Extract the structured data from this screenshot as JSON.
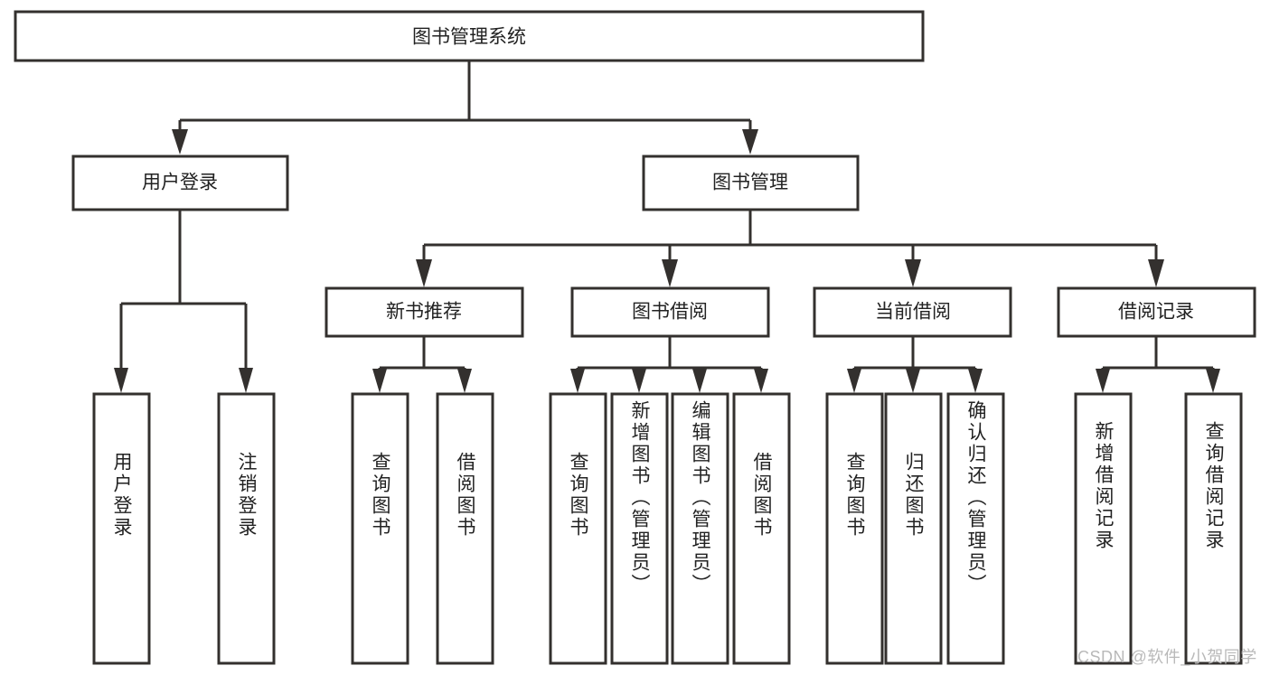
{
  "diagram": {
    "title": "图书管理系统",
    "type": "hierarchy-tree",
    "orientation": "top-down",
    "colors": {
      "stroke": "#33302e",
      "fill": "#ffffff",
      "text": "#222222",
      "background": "#ffffff",
      "watermark": "#b9b9b9"
    },
    "root": {
      "label": "图书管理系统"
    },
    "level2": [
      {
        "label": "用户登录"
      },
      {
        "label": "图书管理"
      }
    ],
    "level3": [
      {
        "label": "新书推荐"
      },
      {
        "label": "图书借阅"
      },
      {
        "label": "当前借阅"
      },
      {
        "label": "借阅记录"
      }
    ],
    "leaves": {
      "user_login": [
        {
          "label": "用户登录"
        },
        {
          "label": "注销登录"
        }
      ],
      "new_book_recommend": [
        {
          "label": "查询图书"
        },
        {
          "label": "借阅图书"
        }
      ],
      "book_borrow": [
        {
          "label": "查询图书"
        },
        {
          "label": "新增图书（管理员）"
        },
        {
          "label": "编辑图书（管理员）"
        },
        {
          "label": "借阅图书"
        }
      ],
      "current_borrow": [
        {
          "label": "查询图书"
        },
        {
          "label": "归还图书"
        },
        {
          "label": "确认归还（管理员）"
        }
      ],
      "borrow_record": [
        {
          "label": "新增借阅记录"
        },
        {
          "label": "查询借阅记录"
        }
      ]
    }
  },
  "watermark": {
    "text": "CSDN @软件_小贺同学"
  }
}
